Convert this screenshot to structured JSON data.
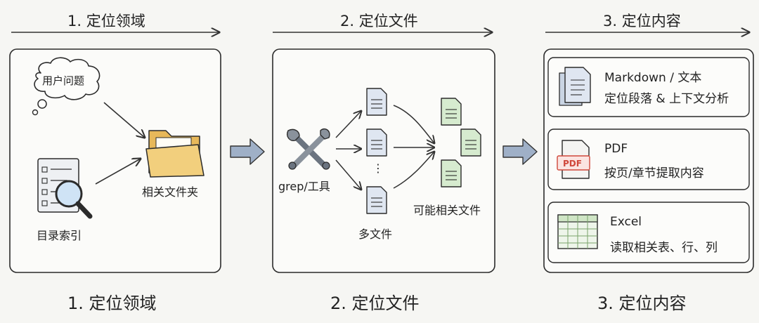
{
  "steps": [
    {
      "label": "1. 定位领域"
    },
    {
      "label": "2. 定位文件"
    },
    {
      "label": "3. 定位内容"
    }
  ],
  "panel1": {
    "user_question": "用户问题",
    "folder_label": "相关文件夹",
    "index_label": "目录索引"
  },
  "panel2": {
    "tool_label": "grep/工具",
    "multi_files_label": "多文件",
    "related_files_label": "可能相关文件",
    "ellipsis": "⋮"
  },
  "panel3": {
    "cards": [
      {
        "title": "Markdown / 文本",
        "desc": "定位段落 & 上下文分析",
        "icon": "document-stack-icon"
      },
      {
        "title": "PDF",
        "desc": "按页/章节提取内容",
        "icon": "pdf-file-icon",
        "badge": "PDF"
      },
      {
        "title": "Excel",
        "desc": "读取相关表、行、列",
        "icon": "spreadsheet-icon"
      }
    ]
  },
  "colors": {
    "panel_border": "#2b2b2b",
    "arrow": "#333333",
    "big_arrow_fill": "#9fb0c7",
    "folder": "#f2cf7d",
    "doc_blue": "#dfe6f1",
    "doc_green": "#d6ebcf",
    "spreadsheet_green": "#cfe5c5",
    "pdf_red": "#d0473a"
  }
}
